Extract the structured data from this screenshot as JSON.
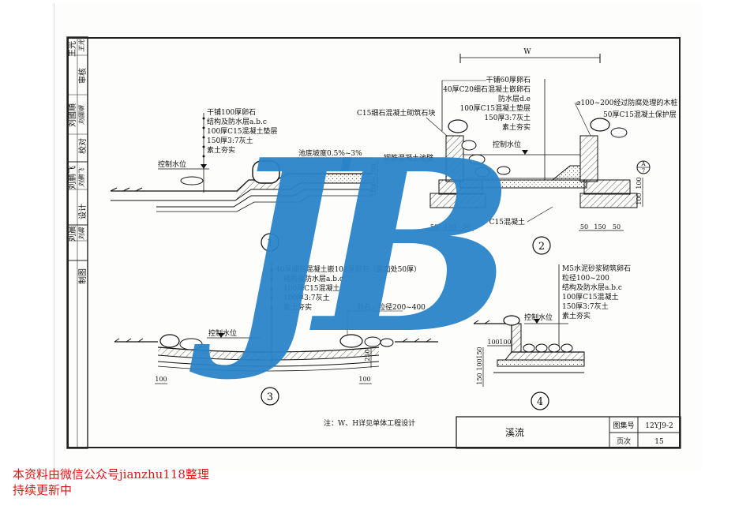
{
  "sidebar": {
    "roles": [
      "审核",
      "校对",
      "设计",
      "制图"
    ],
    "names": [
      "王光",
      "刘國順",
      "刘鹏飞",
      "刘晨"
    ],
    "signatures": [
      "王光",
      "刘國順",
      "刘鹏飞",
      "刘晨"
    ]
  },
  "details": {
    "d1": {
      "number": "1",
      "notes": [
        "干铺100厚卵石",
        "结构及防水层a.b.c",
        "100厚C15混凝土垫层",
        "150厚3:7灰土",
        "素土夯实"
      ],
      "slope": "池底坡度0.5%~3%",
      "control_level": "控制水位",
      "dims": [
        "150~200",
        "100"
      ]
    },
    "d2": {
      "number": "2",
      "width_label": "W",
      "notes_left": [
        "干铺60厚卵石",
        "40厚C20细石混凝土嵌卵石",
        "防水层d.e",
        "100厚C15混凝土垫层",
        "150厚3:7灰土",
        "素土夯实"
      ],
      "note_block": "C15细石混凝土砌筑石块",
      "note_wall": "钢筋混凝土池壁",
      "notes_right": [
        "⌀100~200经过防腐处理的木桩",
        "50厚C15混凝土保护层"
      ],
      "control_level": "控制水位",
      "concrete": "C15混凝土",
      "dims": [
        "50",
        "150",
        "50",
        "50",
        "150",
        "50",
        "100",
        "100"
      ],
      "section_mark": {
        "top": "A",
        "bottom": "7"
      }
    },
    "d3": {
      "number": "3",
      "notes": [
        "40厚细石混凝土嵌100厚卵石（露面处50厚）",
        "结构及防水层a.b.c",
        "100厚C15混凝土",
        "100厚3:7灰土",
        "素土夯实"
      ],
      "pebble_note": "卵石，粒径200~400",
      "control_level": "控制水位",
      "dims": [
        "250",
        "100",
        "100"
      ]
    },
    "d4": {
      "number": "4",
      "notes": [
        "M5水泥砂浆砌筑卵石",
        "粒径100~200",
        "结构及防水层a.b.c",
        "100厚C15混凝土",
        "150厚3:7灰土",
        "素土夯实"
      ],
      "control_level": "控制水位",
      "dims": [
        "100",
        "100",
        "150",
        "100",
        "150"
      ]
    }
  },
  "note": "注：W、H详见单体工程设计",
  "title_block": {
    "title": "溪流",
    "atlas_label": "图集号",
    "atlas_value": "12YJ9-2",
    "page_label": "页次",
    "page_value": "15"
  },
  "watermark": "JB",
  "footer": [
    "本资料由微信公众号jianzhu118整理",
    "持续更新中"
  ],
  "colors": {
    "watermark": "#2a84c8",
    "footer": "#e01616",
    "ink": "#111111"
  }
}
